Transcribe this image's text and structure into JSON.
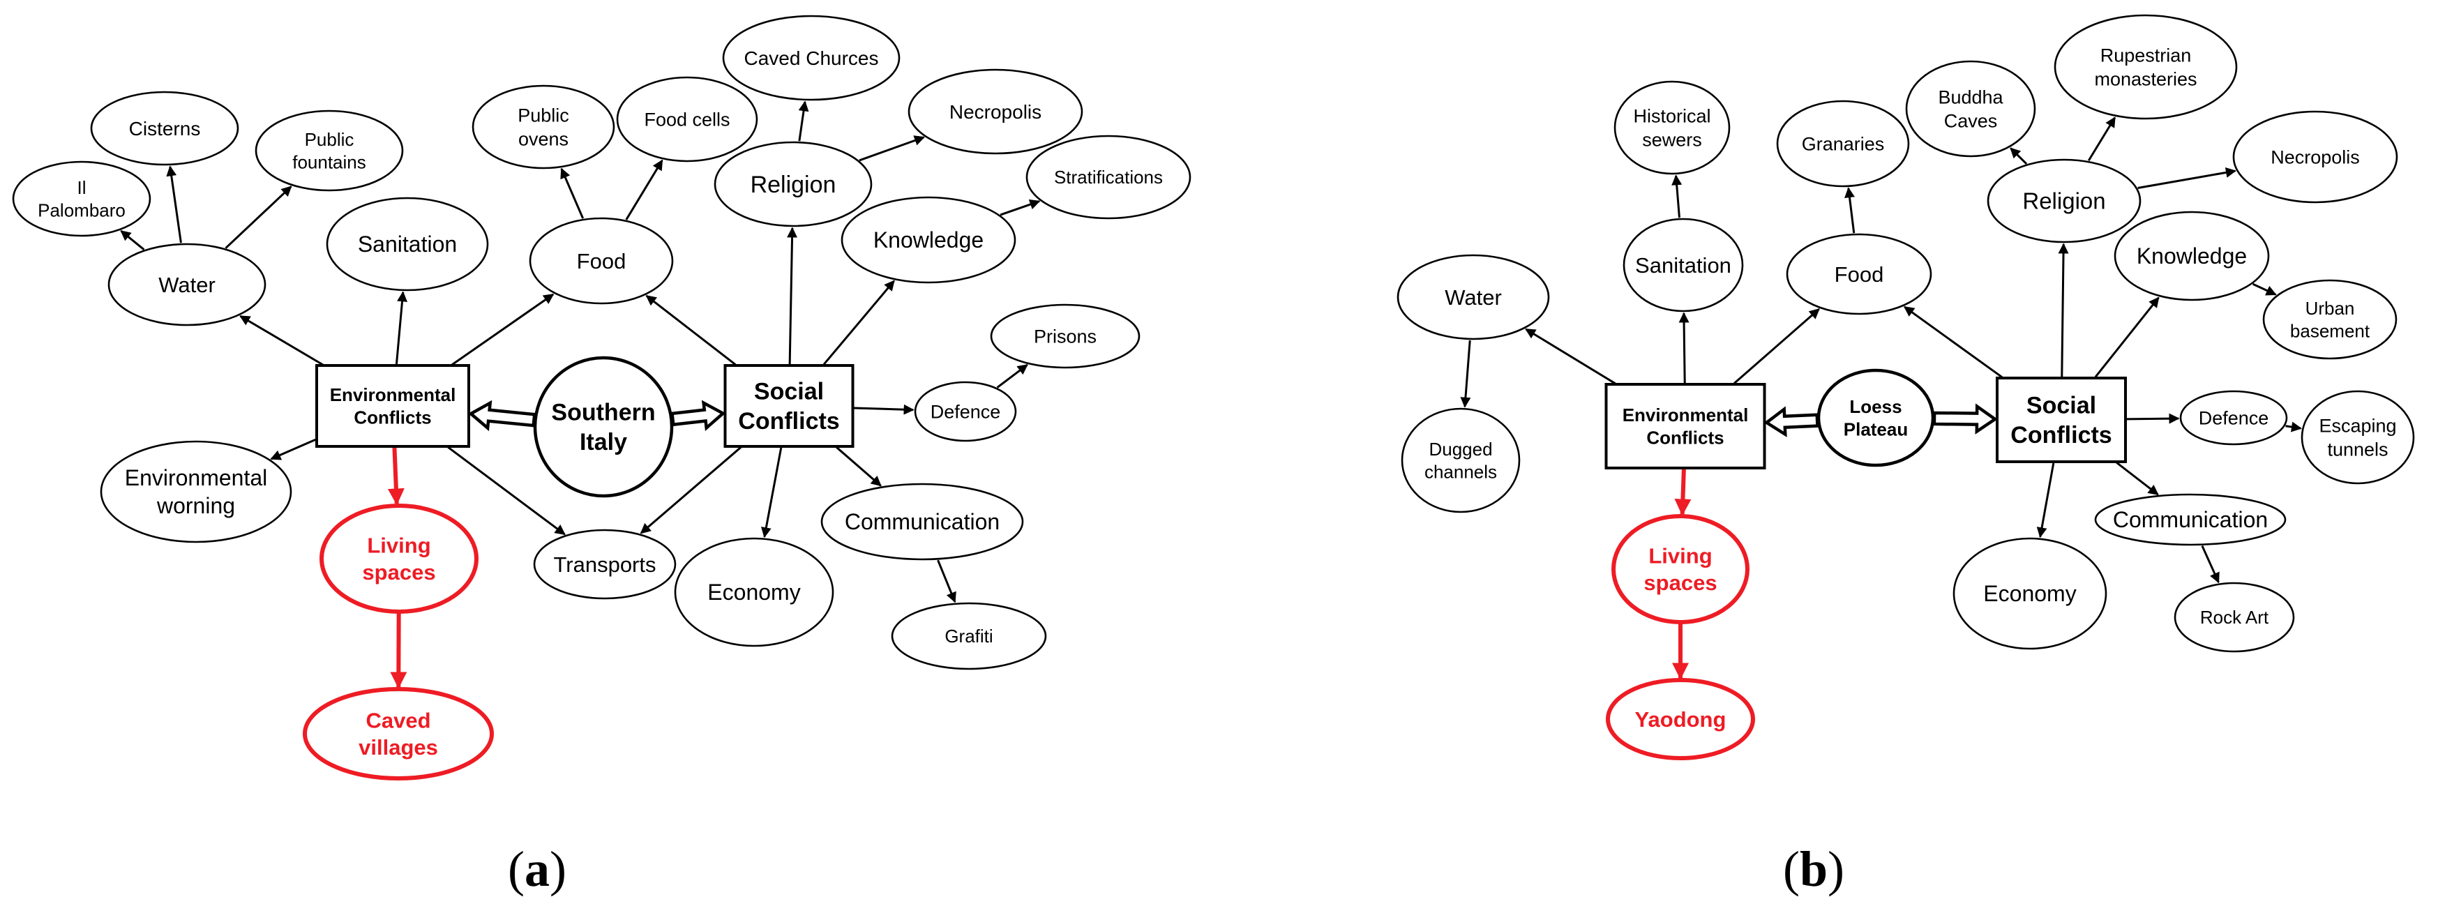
{
  "panels": [
    {
      "id": "a",
      "caption_letter": "a",
      "nodes": [
        {
          "id": "center",
          "label": "Southern Italy",
          "shape": "ellipse",
          "emphasis": "bold-outline"
        },
        {
          "id": "env",
          "label": "Environmental Conflicts",
          "shape": "rect"
        },
        {
          "id": "soc",
          "label": "Social Conflicts",
          "shape": "rect"
        },
        {
          "id": "water",
          "label": "Water",
          "shape": "ellipse"
        },
        {
          "id": "cisterns",
          "label": "Cisterns",
          "shape": "ellipse"
        },
        {
          "id": "fountains",
          "label": "Public fountains",
          "shape": "ellipse"
        },
        {
          "id": "palombaro",
          "label": "Il Palombaro",
          "shape": "ellipse"
        },
        {
          "id": "sanitation",
          "label": "Sanitation",
          "shape": "ellipse"
        },
        {
          "id": "food",
          "label": "Food",
          "shape": "ellipse"
        },
        {
          "id": "ovens",
          "label": "Public ovens",
          "shape": "ellipse"
        },
        {
          "id": "foodcells",
          "label": "Food cells",
          "shape": "ellipse"
        },
        {
          "id": "religion",
          "label": "Religion",
          "shape": "ellipse"
        },
        {
          "id": "caved",
          "label": "Caved Churces",
          "shape": "ellipse"
        },
        {
          "id": "necropolis",
          "label": "Necropolis",
          "shape": "ellipse"
        },
        {
          "id": "knowledge",
          "label": "Knowledge",
          "shape": "ellipse"
        },
        {
          "id": "strat",
          "label": "Stratifications",
          "shape": "ellipse"
        },
        {
          "id": "prisons",
          "label": "Prisons",
          "shape": "ellipse"
        },
        {
          "id": "defence",
          "label": "Defence",
          "shape": "ellipse"
        },
        {
          "id": "envw",
          "label": "Environmental worning",
          "shape": "ellipse"
        },
        {
          "id": "living",
          "label": "Living spaces",
          "shape": "ellipse",
          "highlight": true
        },
        {
          "id": "cavedv",
          "label": "Caved villages",
          "shape": "ellipse",
          "highlight": true
        },
        {
          "id": "transports",
          "label": "Transports",
          "shape": "ellipse"
        },
        {
          "id": "economy",
          "label": "Economy",
          "shape": "ellipse"
        },
        {
          "id": "comm",
          "label": "Communication",
          "shape": "ellipse"
        },
        {
          "id": "grafiti",
          "label": "Grafiti",
          "shape": "ellipse"
        }
      ],
      "edges": [
        {
          "from": "water",
          "to": "cisterns"
        },
        {
          "from": "water",
          "to": "fountains"
        },
        {
          "from": "water",
          "to": "palombaro"
        },
        {
          "from": "env",
          "to": "water"
        },
        {
          "from": "env",
          "to": "sanitation"
        },
        {
          "from": "env",
          "to": "food"
        },
        {
          "from": "env",
          "to": "envw"
        },
        {
          "from": "env",
          "to": "transports"
        },
        {
          "from": "env",
          "to": "living",
          "highlight": true
        },
        {
          "from": "living",
          "to": "cavedv",
          "highlight": true
        },
        {
          "from": "food",
          "to": "ovens"
        },
        {
          "from": "food",
          "to": "foodcells"
        },
        {
          "from": "soc",
          "to": "food"
        },
        {
          "from": "soc",
          "to": "religion"
        },
        {
          "from": "soc",
          "to": "knowledge"
        },
        {
          "from": "soc",
          "to": "defence"
        },
        {
          "from": "soc",
          "to": "transports"
        },
        {
          "from": "soc",
          "to": "economy"
        },
        {
          "from": "soc",
          "to": "comm"
        },
        {
          "from": "religion",
          "to": "caved"
        },
        {
          "from": "religion",
          "to": "necropolis"
        },
        {
          "from": "knowledge",
          "to": "strat"
        },
        {
          "from": "defence",
          "to": "prisons"
        },
        {
          "from": "comm",
          "to": "grafiti"
        },
        {
          "from": "center",
          "to": "env",
          "style": "hollow"
        },
        {
          "from": "center",
          "to": "soc",
          "style": "hollow"
        }
      ]
    },
    {
      "id": "b",
      "caption_letter": "b",
      "nodes": [
        {
          "id": "center",
          "label": "Loess Plateau",
          "shape": "ellipse",
          "emphasis": "bold-outline"
        },
        {
          "id": "env",
          "label": "Environmental Conflicts",
          "shape": "rect"
        },
        {
          "id": "soc",
          "label": "Social Conflicts",
          "shape": "rect"
        },
        {
          "id": "water",
          "label": "Water",
          "shape": "ellipse"
        },
        {
          "id": "dugged",
          "label": "Dugged channels",
          "shape": "ellipse"
        },
        {
          "id": "sewers",
          "label": "Historical sewers",
          "shape": "ellipse"
        },
        {
          "id": "sanitation",
          "label": "Sanitation",
          "shape": "ellipse"
        },
        {
          "id": "granaries",
          "label": "Granaries",
          "shape": "ellipse"
        },
        {
          "id": "food",
          "label": "Food",
          "shape": "ellipse"
        },
        {
          "id": "buddha",
          "label": "Buddha Caves",
          "shape": "ellipse"
        },
        {
          "id": "rupestrian",
          "label": "Rupestrian monasteries",
          "shape": "ellipse"
        },
        {
          "id": "religion",
          "label": "Religion",
          "shape": "ellipse"
        },
        {
          "id": "necropolis",
          "label": "Necropolis",
          "shape": "ellipse"
        },
        {
          "id": "knowledge",
          "label": "Knowledge",
          "shape": "ellipse"
        },
        {
          "id": "urban",
          "label": "Urban basement",
          "shape": "ellipse"
        },
        {
          "id": "defence",
          "label": "Defence",
          "shape": "ellipse"
        },
        {
          "id": "escaping",
          "label": "Escaping tunnels",
          "shape": "ellipse"
        },
        {
          "id": "comm",
          "label": "Communication",
          "shape": "ellipse"
        },
        {
          "id": "economy",
          "label": "Economy",
          "shape": "ellipse"
        },
        {
          "id": "rockart",
          "label": "Rock Art",
          "shape": "ellipse"
        },
        {
          "id": "living",
          "label": "Living spaces",
          "shape": "ellipse",
          "highlight": true
        },
        {
          "id": "yaodong",
          "label": "Yaodong",
          "shape": "ellipse",
          "highlight": true
        }
      ],
      "edges": [
        {
          "from": "env",
          "to": "water"
        },
        {
          "from": "water",
          "to": "dugged"
        },
        {
          "from": "env",
          "to": "sanitation"
        },
        {
          "from": "sanitation",
          "to": "sewers"
        },
        {
          "from": "env",
          "to": "food"
        },
        {
          "from": "env",
          "to": "living",
          "highlight": true
        },
        {
          "from": "living",
          "to": "yaodong",
          "highlight": true
        },
        {
          "from": "food",
          "to": "granaries"
        },
        {
          "from": "soc",
          "to": "food"
        },
        {
          "from": "soc",
          "to": "religion"
        },
        {
          "from": "soc",
          "to": "knowledge"
        },
        {
          "from": "soc",
          "to": "defence"
        },
        {
          "from": "soc",
          "to": "comm"
        },
        {
          "from": "soc",
          "to": "economy"
        },
        {
          "from": "religion",
          "to": "buddha"
        },
        {
          "from": "religion",
          "to": "rupestrian"
        },
        {
          "from": "religion",
          "to": "necropolis"
        },
        {
          "from": "knowledge",
          "to": "urban"
        },
        {
          "from": "defence",
          "to": "escaping"
        },
        {
          "from": "comm",
          "to": "rockart"
        },
        {
          "from": "center",
          "to": "env",
          "style": "hollow"
        },
        {
          "from": "center",
          "to": "soc",
          "style": "hollow"
        }
      ]
    }
  ],
  "colors": {
    "line": "#000000",
    "highlight": "#ee1c24",
    "background": "#ffffff"
  }
}
